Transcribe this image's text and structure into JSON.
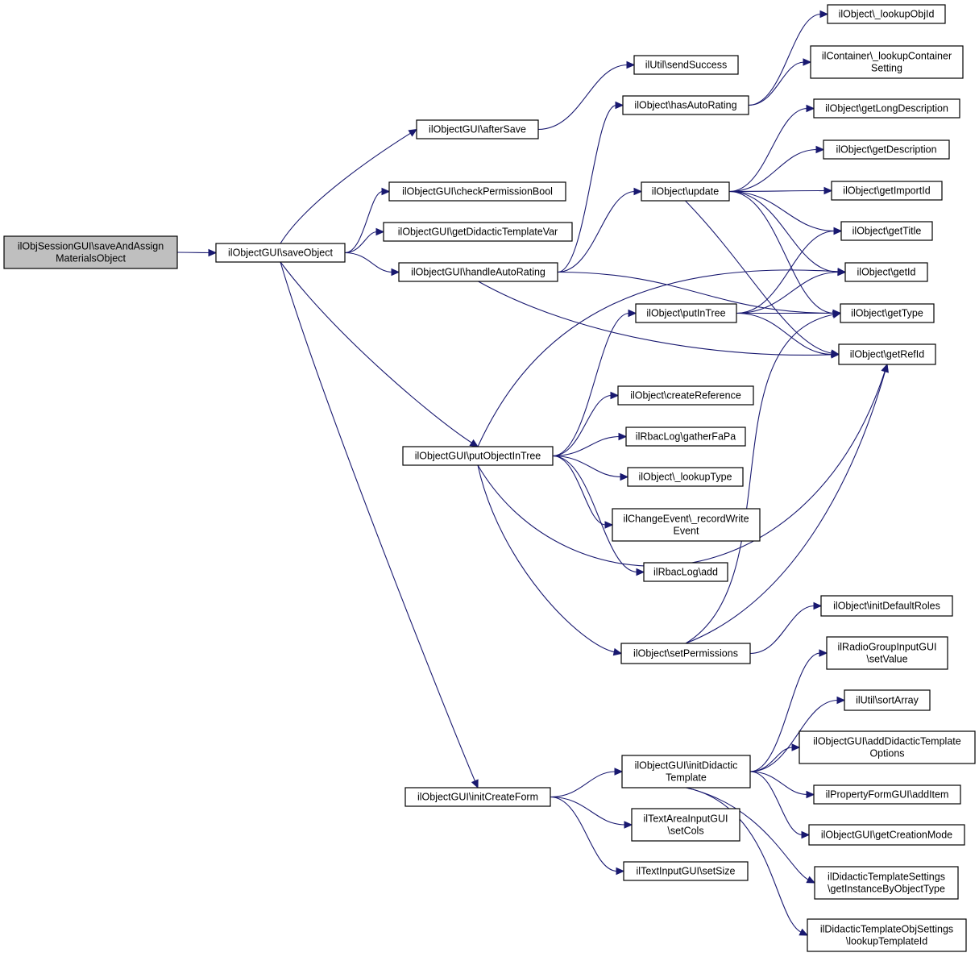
{
  "colors": {
    "edge": "#191970",
    "root_fill": "#bfbfbf",
    "node_fill": "#ffffff",
    "border": "#000000"
  },
  "nodes": [
    {
      "id": "root",
      "lines": [
        "ilObjSessionGUI\\saveAndAssign",
        "MaterialsObject"
      ]
    },
    {
      "id": "saveObject",
      "lines": [
        "ilObjectGUI\\saveObject"
      ]
    },
    {
      "id": "afterSave",
      "lines": [
        "ilObjectGUI\\afterSave"
      ]
    },
    {
      "id": "checkPermissionBool",
      "lines": [
        "ilObjectGUI\\checkPermissionBool"
      ]
    },
    {
      "id": "getDidacticTemplateVar",
      "lines": [
        "ilObjectGUI\\getDidacticTemplateVar"
      ]
    },
    {
      "id": "handleAutoRating",
      "lines": [
        "ilObjectGUI\\handleAutoRating"
      ]
    },
    {
      "id": "putObjectInTree",
      "lines": [
        "ilObjectGUI\\putObjectInTree"
      ]
    },
    {
      "id": "initCreateForm",
      "lines": [
        "ilObjectGUI\\initCreateForm"
      ]
    },
    {
      "id": "sendSuccess",
      "lines": [
        "ilUtil\\sendSuccess"
      ]
    },
    {
      "id": "hasAutoRating",
      "lines": [
        "ilObject\\hasAutoRating"
      ]
    },
    {
      "id": "update",
      "lines": [
        "ilObject\\update"
      ]
    },
    {
      "id": "putInTree",
      "lines": [
        "ilObject\\putInTree"
      ]
    },
    {
      "id": "createReference",
      "lines": [
        "ilObject\\createReference"
      ]
    },
    {
      "id": "gatherFaPa",
      "lines": [
        "ilRbacLog\\gatherFaPa"
      ]
    },
    {
      "id": "lookupType",
      "lines": [
        "ilObject\\_lookupType"
      ]
    },
    {
      "id": "recordWriteEvent",
      "lines": [
        "ilChangeEvent\\_recordWrite",
        "Event"
      ]
    },
    {
      "id": "rbacAdd",
      "lines": [
        "ilRbacLog\\add"
      ]
    },
    {
      "id": "setPermissions",
      "lines": [
        "ilObject\\setPermissions"
      ]
    },
    {
      "id": "initDidacticTemplate",
      "lines": [
        "ilObjectGUI\\initDidactic",
        "Template"
      ]
    },
    {
      "id": "setCols",
      "lines": [
        "ilTextAreaInputGUI",
        "\\setCols"
      ]
    },
    {
      "id": "setSize",
      "lines": [
        "ilTextInputGUI\\setSize"
      ]
    },
    {
      "id": "lookupObjId",
      "lines": [
        "ilObject\\_lookupObjId"
      ]
    },
    {
      "id": "lookupContainerSetting",
      "lines": [
        "ilContainer\\_lookupContainer",
        "Setting"
      ]
    },
    {
      "id": "getLongDescription",
      "lines": [
        "ilObject\\getLongDescription"
      ]
    },
    {
      "id": "getDescription",
      "lines": [
        "ilObject\\getDescription"
      ]
    },
    {
      "id": "getImportId",
      "lines": [
        "ilObject\\getImportId"
      ]
    },
    {
      "id": "getTitle",
      "lines": [
        "ilObject\\getTitle"
      ]
    },
    {
      "id": "getId",
      "lines": [
        "ilObject\\getId"
      ]
    },
    {
      "id": "getType",
      "lines": [
        "ilObject\\getType"
      ]
    },
    {
      "id": "getRefId",
      "lines": [
        "ilObject\\getRefId"
      ]
    },
    {
      "id": "initDefaultRoles",
      "lines": [
        "ilObject\\initDefaultRoles"
      ]
    },
    {
      "id": "radioSetValue",
      "lines": [
        "ilRadioGroupInputGUI",
        "\\setValue"
      ]
    },
    {
      "id": "sortArray",
      "lines": [
        "ilUtil\\sortArray"
      ]
    },
    {
      "id": "addDidacticTemplateOptions",
      "lines": [
        "ilObjectGUI\\addDidacticTemplate",
        "Options"
      ]
    },
    {
      "id": "addItem",
      "lines": [
        "ilPropertyFormGUI\\addItem"
      ]
    },
    {
      "id": "getCreationMode",
      "lines": [
        "ilObjectGUI\\getCreationMode"
      ]
    },
    {
      "id": "getInstanceByObjectType",
      "lines": [
        "ilDidacticTemplateSettings",
        "\\getInstanceByObjectType"
      ]
    },
    {
      "id": "lookupTemplateId",
      "lines": [
        "ilDidacticTemplateObjSettings",
        "\\lookupTemplateId"
      ]
    }
  ],
  "edges": [
    [
      "root",
      "saveObject"
    ],
    [
      "saveObject",
      "afterSave"
    ],
    [
      "saveObject",
      "checkPermissionBool"
    ],
    [
      "saveObject",
      "getDidacticTemplateVar"
    ],
    [
      "saveObject",
      "handleAutoRating"
    ],
    [
      "saveObject",
      "putObjectInTree"
    ],
    [
      "saveObject",
      "initCreateForm"
    ],
    [
      "afterSave",
      "sendSuccess"
    ],
    [
      "handleAutoRating",
      "hasAutoRating"
    ],
    [
      "handleAutoRating",
      "update"
    ],
    [
      "handleAutoRating",
      "getType"
    ],
    [
      "handleAutoRating",
      "getRefId"
    ],
    [
      "hasAutoRating",
      "lookupObjId"
    ],
    [
      "hasAutoRating",
      "lookupContainerSetting"
    ],
    [
      "update",
      "getLongDescription"
    ],
    [
      "update",
      "getDescription"
    ],
    [
      "update",
      "getImportId"
    ],
    [
      "update",
      "getTitle"
    ],
    [
      "update",
      "getId"
    ],
    [
      "update",
      "getType"
    ],
    [
      "update",
      "getRefId"
    ],
    [
      "putObjectInTree",
      "getId"
    ],
    [
      "putObjectInTree",
      "putInTree"
    ],
    [
      "putObjectInTree",
      "createReference"
    ],
    [
      "putObjectInTree",
      "gatherFaPa"
    ],
    [
      "putObjectInTree",
      "lookupType"
    ],
    [
      "putObjectInTree",
      "recordWriteEvent"
    ],
    [
      "putObjectInTree",
      "rbacAdd"
    ],
    [
      "putObjectInTree",
      "getRefId"
    ],
    [
      "putObjectInTree",
      "setPermissions"
    ],
    [
      "putInTree",
      "getTitle"
    ],
    [
      "putInTree",
      "getId"
    ],
    [
      "putInTree",
      "getType"
    ],
    [
      "putInTree",
      "getRefId"
    ],
    [
      "setPermissions",
      "getType"
    ],
    [
      "setPermissions",
      "getRefId"
    ],
    [
      "setPermissions",
      "initDefaultRoles"
    ],
    [
      "initCreateForm",
      "initDidacticTemplate"
    ],
    [
      "initCreateForm",
      "setCols"
    ],
    [
      "initCreateForm",
      "setSize"
    ],
    [
      "initDidacticTemplate",
      "radioSetValue"
    ],
    [
      "initDidacticTemplate",
      "sortArray"
    ],
    [
      "initDidacticTemplate",
      "addDidacticTemplateOptions"
    ],
    [
      "initDidacticTemplate",
      "addItem"
    ],
    [
      "initDidacticTemplate",
      "getCreationMode"
    ],
    [
      "initDidacticTemplate",
      "getInstanceByObjectType"
    ],
    [
      "initDidacticTemplate",
      "lookupTemplateId"
    ]
  ]
}
